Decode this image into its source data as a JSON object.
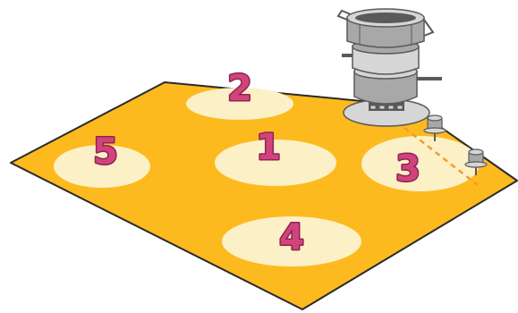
{
  "colors": {
    "board": "#FDBA1E",
    "board_edge": "#2a2a2a",
    "spot": "#FCF0C6",
    "number_fill": "#D2437C",
    "number_outline": "#8C2452",
    "steel_light": "#d6d6d6",
    "steel_mid": "#a8a8a8",
    "steel_dark": "#5a5a5a",
    "dash": "#F39A2E"
  },
  "spots": [
    {
      "label": "1"
    },
    {
      "label": "2"
    },
    {
      "label": "3"
    },
    {
      "label": "4"
    },
    {
      "label": "5"
    }
  ],
  "icons": {
    "stack": "steamer-pot-stack-icon",
    "probe": "probe-sensor-icon"
  }
}
